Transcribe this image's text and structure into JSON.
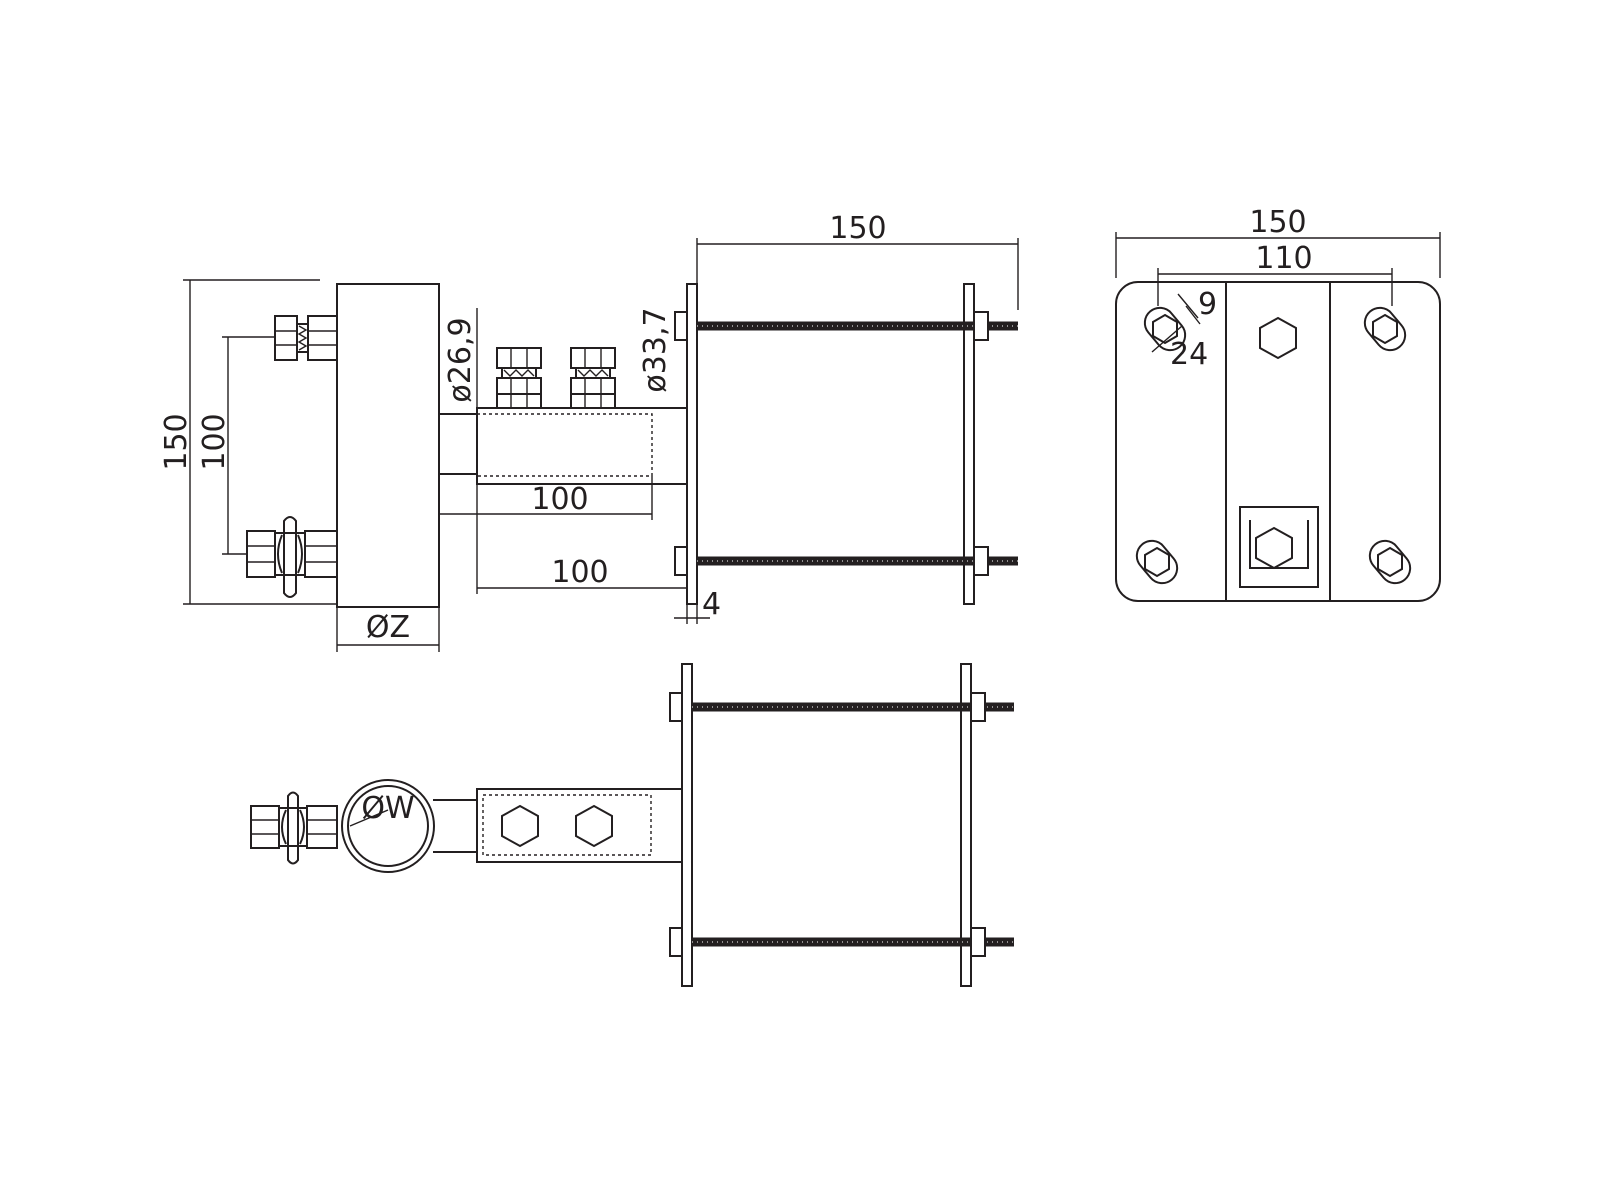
{
  "drawing": {
    "side_view": {
      "dim_height_overall": "150",
      "dim_bolt_spacing": "100",
      "dim_clamp_diameter": "ØZ",
      "dim_pipe_small": "ø26,9",
      "dim_pipe_large": "ø33,7",
      "dim_insert_length": "100",
      "dim_arm_length": "100",
      "dim_plate_thickness": "4",
      "dim_rod_length": "150"
    },
    "plate_view": {
      "dim_width_overall": "150",
      "dim_hole_spacing": "110",
      "dim_slot_width": "9",
      "dim_slot_length": "24"
    },
    "top_view": {
      "dim_mast_diameter": "ØW"
    }
  }
}
